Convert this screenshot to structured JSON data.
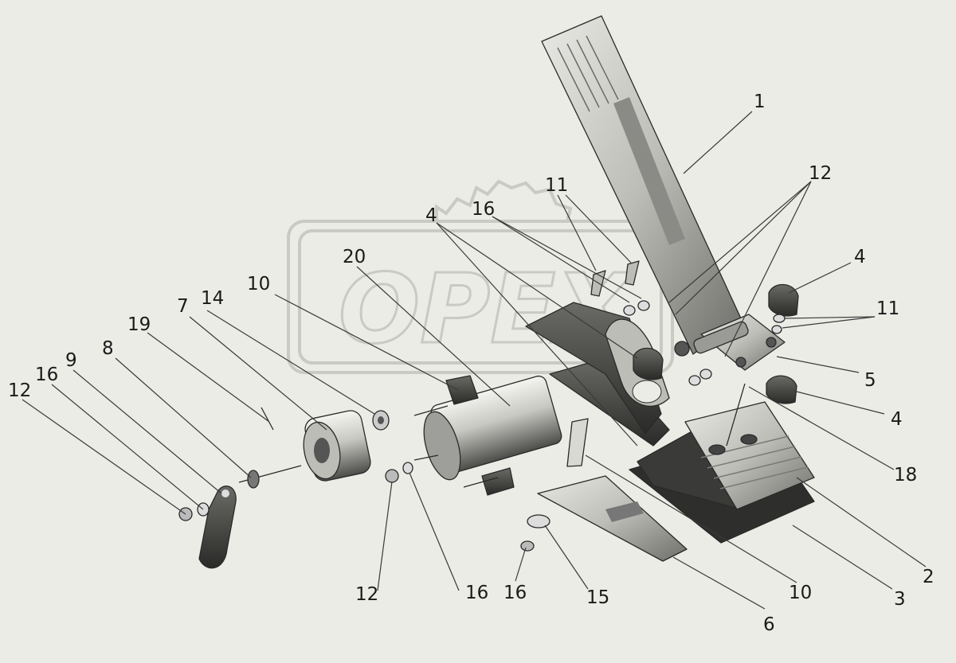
{
  "watermark": {
    "text": "OPEX"
  },
  "callouts": [
    {
      "id": "c-1",
      "label": "1"
    },
    {
      "id": "c-12-top",
      "label": "12"
    },
    {
      "id": "c-11-top",
      "label": "11"
    },
    {
      "id": "c-16-top",
      "label": "16"
    },
    {
      "id": "c-4-top",
      "label": "4"
    },
    {
      "id": "c-4-right-top",
      "label": "4"
    },
    {
      "id": "c-11-right",
      "label": "11"
    },
    {
      "id": "c-5",
      "label": "5"
    },
    {
      "id": "c-4-right-bottom",
      "label": "4"
    },
    {
      "id": "c-18",
      "label": "18"
    },
    {
      "id": "c-2",
      "label": "2"
    },
    {
      "id": "c-3",
      "label": "3"
    },
    {
      "id": "c-6",
      "label": "6"
    },
    {
      "id": "c-10-bottom",
      "label": "10"
    },
    {
      "id": "c-15",
      "label": "15"
    },
    {
      "id": "c-16-bottom-right",
      "label": "16"
    },
    {
      "id": "c-16-bottom",
      "label": "16"
    },
    {
      "id": "c-12-bottom",
      "label": "12"
    },
    {
      "id": "c-20",
      "label": "20"
    },
    {
      "id": "c-10-top",
      "label": "10"
    },
    {
      "id": "c-14",
      "label": "14"
    },
    {
      "id": "c-7",
      "label": "7"
    },
    {
      "id": "c-19",
      "label": "19"
    },
    {
      "id": "c-8",
      "label": "8"
    },
    {
      "id": "c-9",
      "label": "9"
    },
    {
      "id": "c-16-left",
      "label": "16"
    },
    {
      "id": "c-12-left",
      "label": "12"
    }
  ]
}
